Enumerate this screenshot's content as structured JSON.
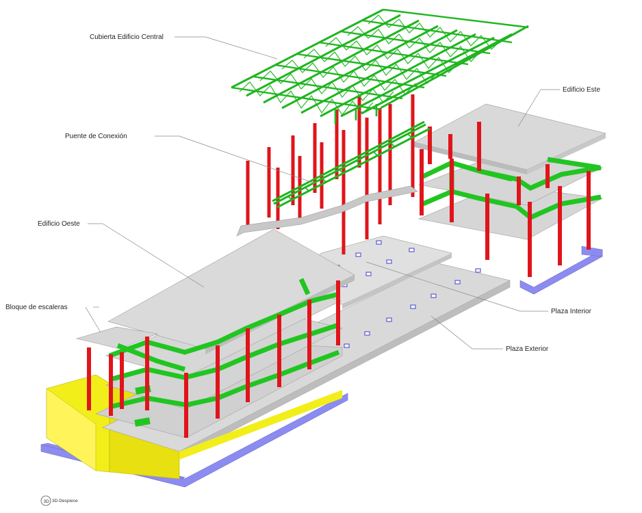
{
  "labels": {
    "cubierta": "Cubierta Edificio Central",
    "puente": "Puente de Conexión",
    "oeste": "Edificio Oeste",
    "escaleras": "Bloque de escaleras",
    "este": "Edificio Este",
    "plaza_interior": "Plaza Interior",
    "plaza_exterior": "Plaza Exterior"
  },
  "logo": {
    "text": "3D-Despiece"
  },
  "colors": {
    "slab": "#d9d9d9",
    "slab_edge": "#a8a8a8",
    "column": "#e0141b",
    "beam": "#21c521",
    "truss": "#1fb51f",
    "wall": "#f2ee1a",
    "foundation": "#8c8cf0",
    "background": "#ffffff"
  }
}
